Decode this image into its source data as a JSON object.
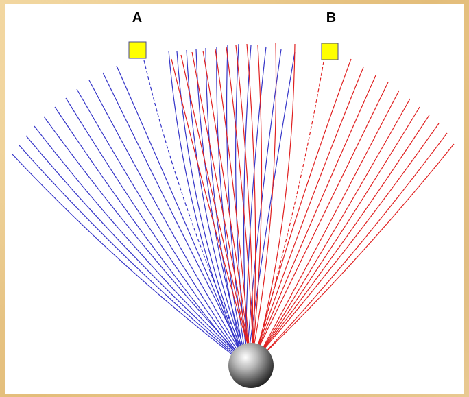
{
  "labels": {
    "a": "A",
    "b": "B"
  },
  "colors": {
    "background_outer": "#e9c98a",
    "panel": "#ffffff",
    "blue_lines": "#3535c8",
    "red_lines": "#e02020",
    "square_fill": "#ffff00",
    "square_stroke": "#4a4a8a",
    "sphere_light": "#ffffff",
    "sphere_dark": "#202020"
  },
  "icons": {
    "square_a": "yellow-square",
    "square_b": "yellow-square",
    "sphere": "gray-sphere"
  },
  "blue_line_count": 21,
  "red_line_count": 21
}
